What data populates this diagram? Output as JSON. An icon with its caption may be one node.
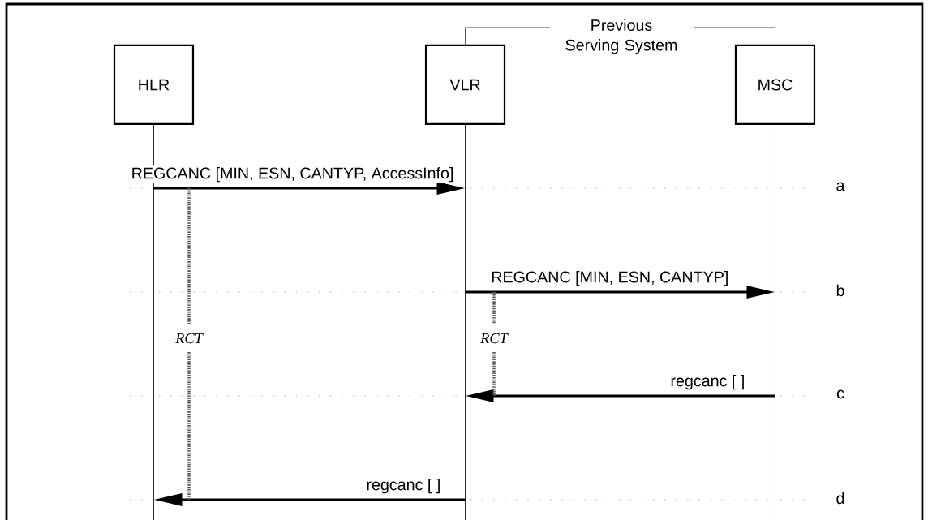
{
  "diagram": {
    "nodes": [
      {
        "text": [
          "HLR"
        ]
      },
      {
        "text": [
          "VLR"
        ]
      },
      {
        "text": [
          "MSC"
        ]
      }
    ],
    "edges": [
      {
        "from": 0,
        "to": 1,
        "arrow": "to",
        "label": "REGCANC [MIN, ESN, CANTYP, AccessInfo]"
      },
      {
        "from": 1,
        "to": 2,
        "arrow": "to",
        "label": "REGCANC [MIN, ESN, CANTYP]"
      },
      {
        "from": 2,
        "to": 1,
        "arrow": "to",
        "label": "regcanc [ ]"
      },
      {
        "from": 1,
        "to": 0,
        "arrow": "to",
        "label": "regcanc [ ]"
      }
    ],
    "labels": [
      "Previous Serving System",
      "a",
      "b",
      "RCT",
      "RCT",
      "c",
      "d"
    ]
  }
}
